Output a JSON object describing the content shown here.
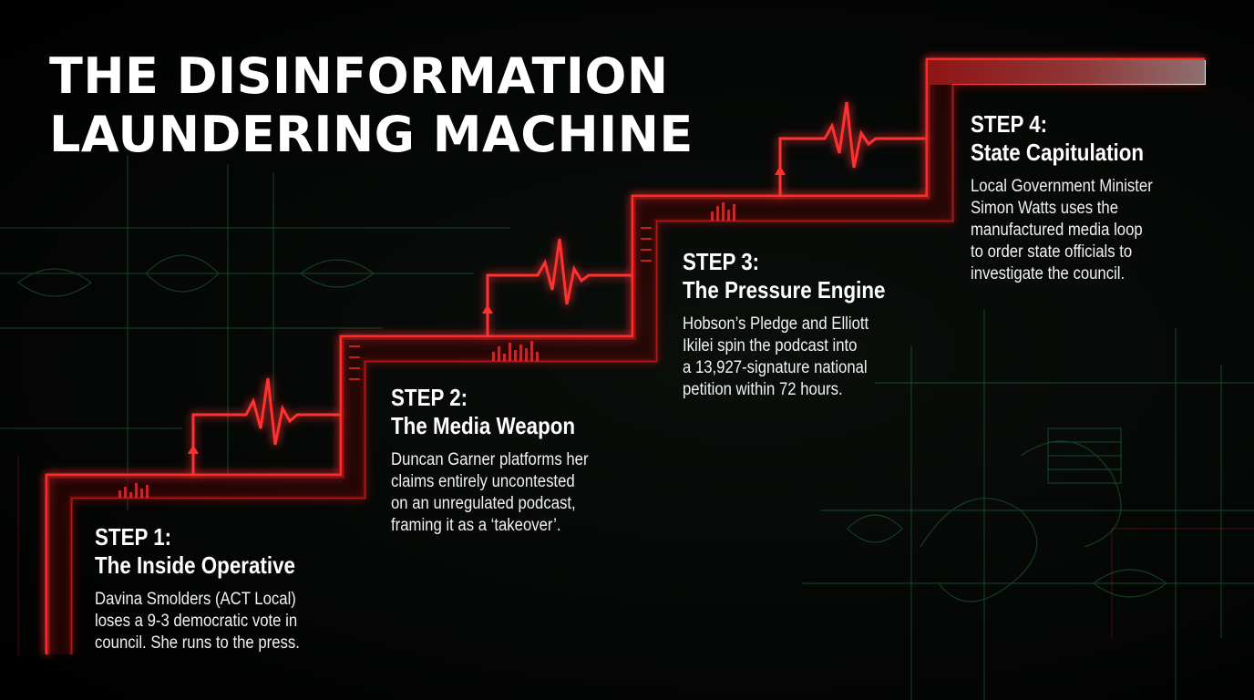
{
  "title": {
    "line1": "THE DISINFORMATION",
    "line2": "LAUNDERING MACHINE"
  },
  "colors": {
    "background": "#000000",
    "accent_red": "#ff2a2a",
    "circuit_green": "#1f6a3a",
    "text": "#ffffff"
  },
  "steps": [
    {
      "number": "STEP 1:",
      "name": "The Inside Operative",
      "description": [
        "Davina Smolders (ACT Local)",
        "loses a 9-3 democratic vote in",
        "council. She runs to the press."
      ]
    },
    {
      "number": "STEP 2:",
      "name": "The Media Weapon",
      "description": [
        "Duncan Garner platforms her",
        "claims entirely uncontested",
        "on an unregulated podcast,",
        "framing it as a ‘takeover’."
      ]
    },
    {
      "number": "STEP 3:",
      "name": "The Pressure Engine",
      "description": [
        "Hobson’s Pledge and Elliott",
        "Ikilei spin the podcast into",
        "a 13,927-signature national",
        "petition within 72 hours."
      ]
    },
    {
      "number": "STEP 4:",
      "name": "State Capitulation",
      "description": [
        "Local Government Minister",
        "Simon Watts uses the",
        "manufactured media loop",
        "to order state officials to",
        "investigate the council."
      ]
    }
  ]
}
